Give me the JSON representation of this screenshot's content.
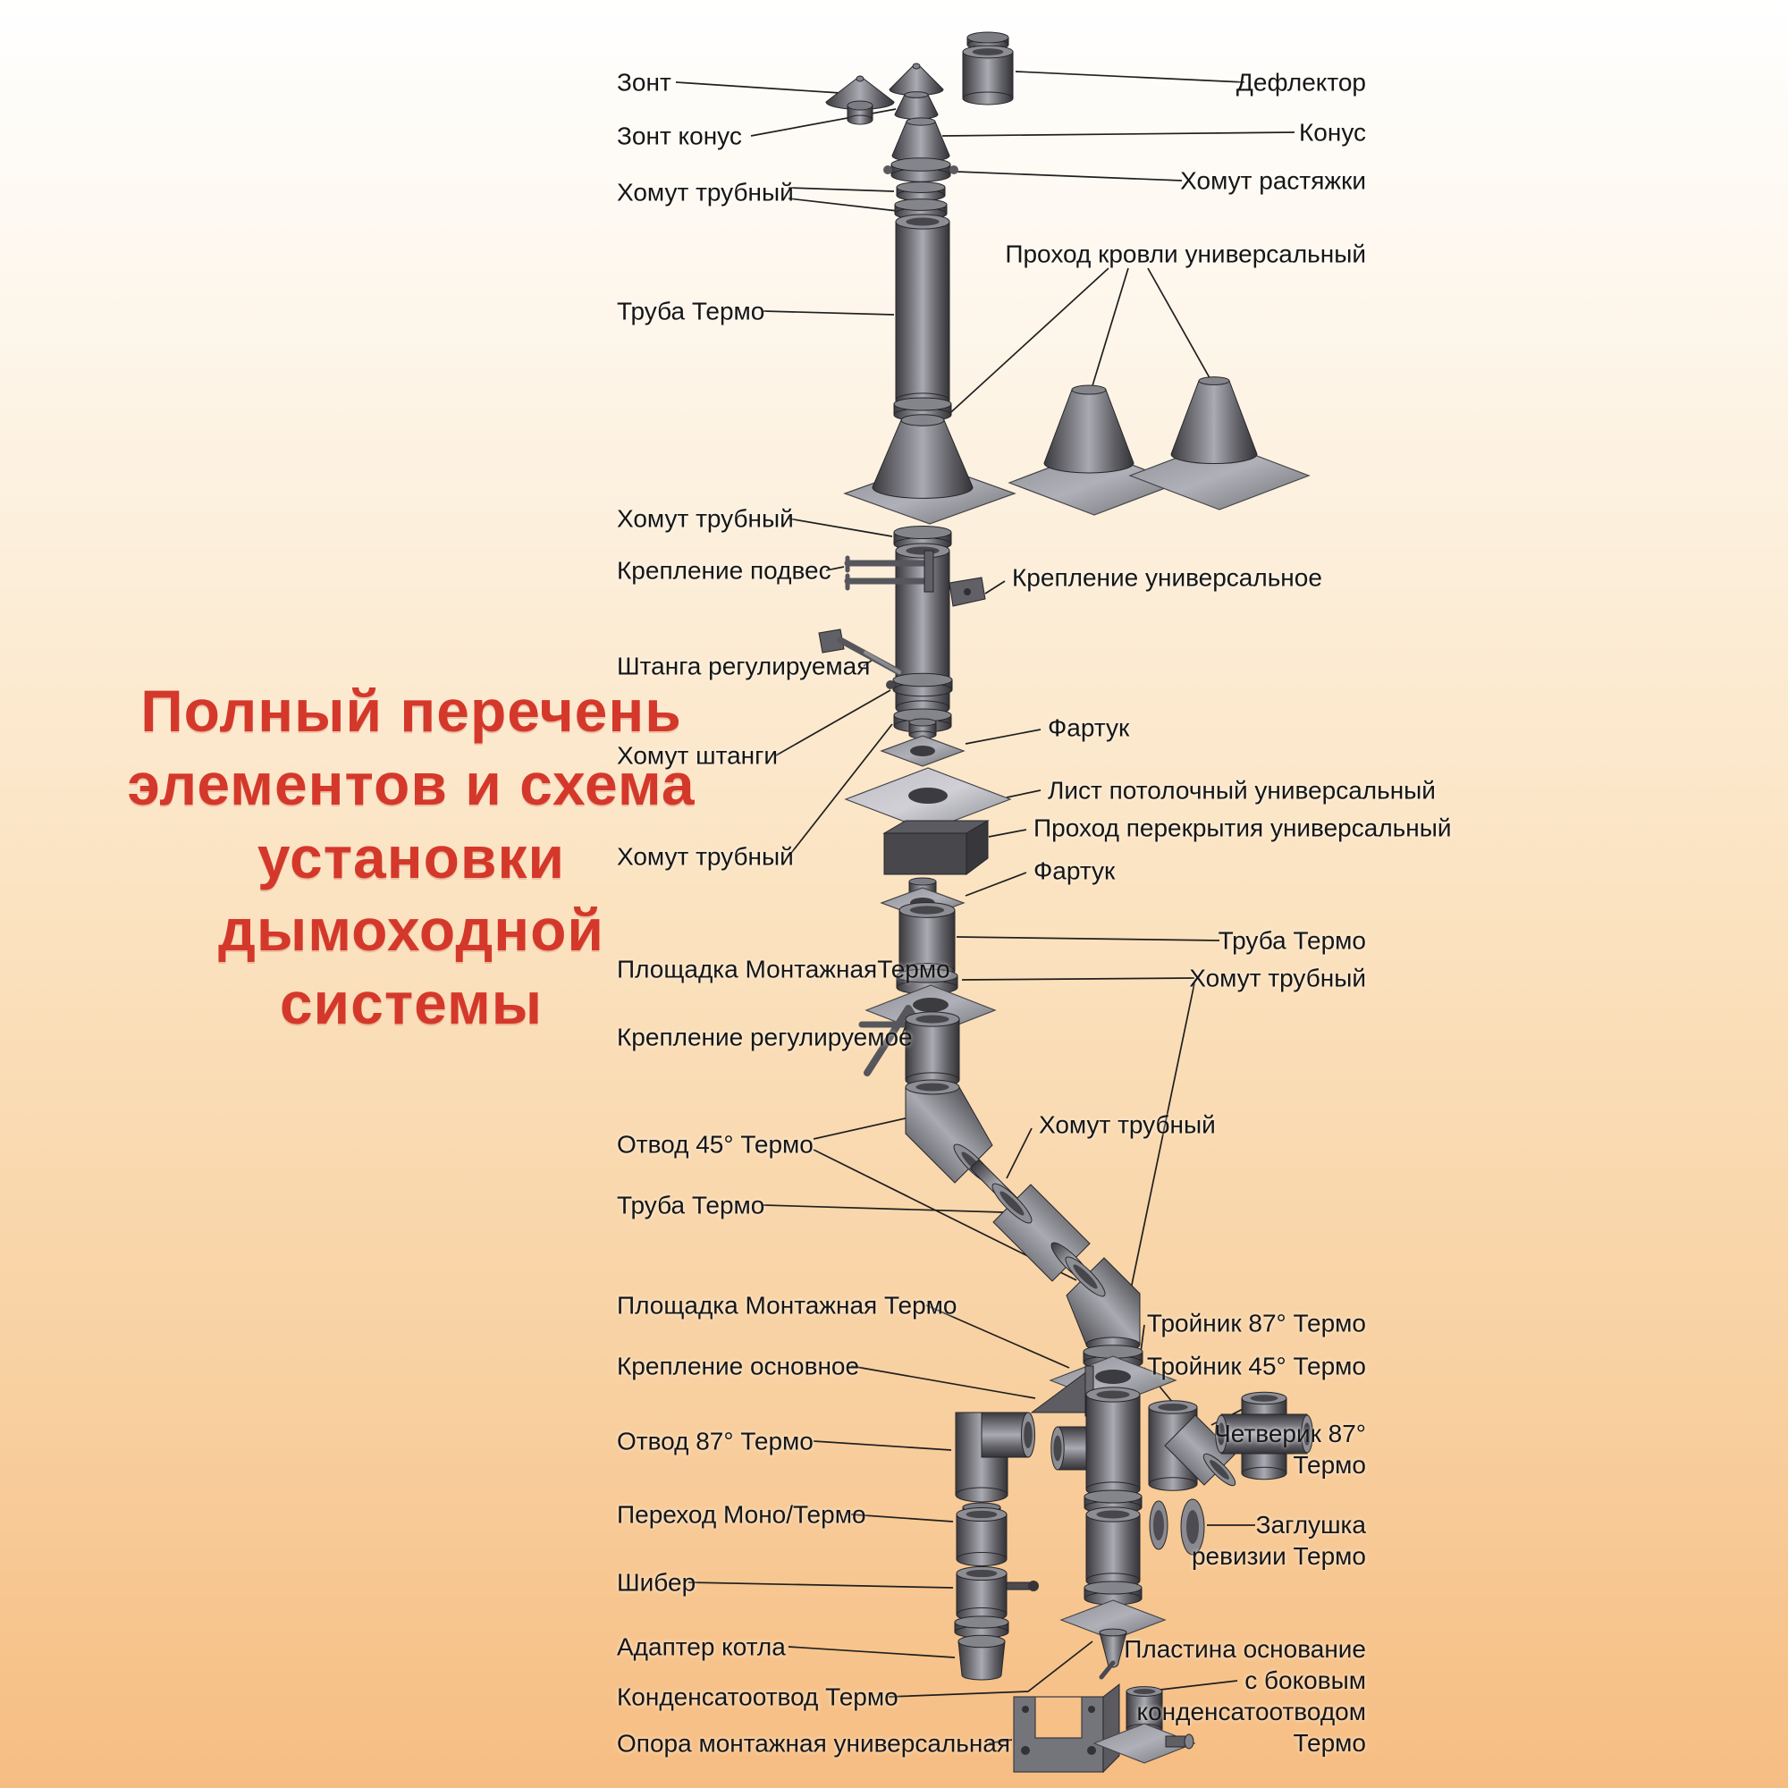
{
  "title": "Полный перечень\nэлементов и схема\nустановки\nдымоходной\nсистемы",
  "labels_left": [
    "Зонт",
    "Зонт конус",
    "Хомут трубный",
    "Труба Термо",
    "Хомут трубный",
    "Крепление подвес",
    "Штанга регулируемая",
    "Хомут штанги",
    "Хомут трубный",
    "Площадка МонтажнаяТермо",
    "Крепление регулируемое",
    "Отвод 45° Термо",
    "Труба Термо",
    "Площадка Монтажная Термо",
    "Крепление основное",
    "Отвод 87° Термо",
    "Переход Моно/Термо",
    "Шибер",
    "Адаптер котла",
    "Конденсатоотвод Термо",
    "Опора монтажная универсальная"
  ],
  "labels_right": [
    "Дефлектор",
    "Конус",
    "Хомут растяжки",
    "Проход кровли универсальный",
    "Крепление универсальное",
    "Фартук",
    "Лист потолочный универсальный",
    "Проход перекрытия универсальный",
    "Фартук",
    "Труба Термо",
    "Хомут трубный",
    "Хомут трубный",
    "Тройник 87° Термо",
    "Тройник 45° Термо",
    "Четверик 87°\nТермо",
    "Заглушка\nревизии Термо",
    "Пластина основание\nс боковым\nконденсатоотводом\nТермо"
  ],
  "colors": {
    "background_top": "#ffffff",
    "background_bottom": "#f6bd82",
    "title": "#d4382b",
    "metal_dark": "#3a3a3e",
    "metal_light": "#aaaab2",
    "leader_line": "#1f1f1f",
    "label_text": "#161616"
  }
}
